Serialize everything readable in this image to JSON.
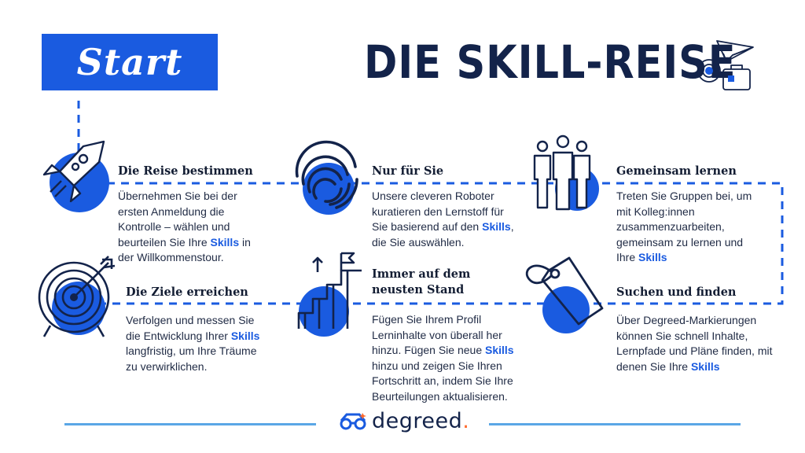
{
  "header": {
    "start_label": "Start",
    "title": "DIE SKILL-REISE"
  },
  "steps": [
    {
      "title": "Die Reise bestimmen",
      "body_pre": "Übernehmen Sie bei der ersten Anmeldung die Kontrolle – wählen und beurteilen Sie Ihre ",
      "skills": "Skills",
      "body_post": " in der Willkommenstour.",
      "icon": "rocket-icon"
    },
    {
      "title": "Nur für Sie",
      "body_pre": "Unsere cleveren Roboter kuratieren den Lernstoff für Sie basierend auf den ",
      "skills": "Skills",
      "body_post": ", die Sie auswählen.",
      "icon": "fingerprint-icon"
    },
    {
      "title": "Gemeinsam lernen",
      "body_pre": "Treten Sie Gruppen bei, um mit Kolleg:innen zusammenzuarbeiten, gemeinsam zu lernen und Ihre ",
      "skills": "Skills",
      "body_post": "",
      "icon": "people-icon"
    },
    {
      "title": "Suchen und finden",
      "body_pre": "Über Degreed-Markierungen können Sie schnell Inhalte, Lernpfade und Pläne finden, mit denen Sie Ihre ",
      "skills": "Skills",
      "body_post": "",
      "icon": "tag-icon"
    },
    {
      "title": "Immer auf dem neusten Stand",
      "body_pre": "Fügen Sie Ihrem Profil Lerninhalte von überall her hinzu. Fügen Sie neue ",
      "skills": "Skills",
      "body_post": " hinzu und zeigen Sie Ihren Fortschritt an, indem Sie Ihre Beurteilungen aktualisieren.",
      "icon": "stairs-flag-icon"
    },
    {
      "title": "Die Ziele erreichen",
      "body_pre": "Verfolgen und messen Sie die Entwicklung Ihrer ",
      "skills": "Skills",
      "body_post": " langfristig, um Ihre Träume zu verwirklichen.",
      "icon": "target-arrow-icon"
    }
  ],
  "footer": {
    "logo_text": "degreed",
    "logo_dot": "."
  },
  "colors": {
    "brand_blue": "#1a5be0",
    "navy": "#13234a",
    "light_blue": "#5aa6e6",
    "accent_orange": "#ff6a2c"
  }
}
